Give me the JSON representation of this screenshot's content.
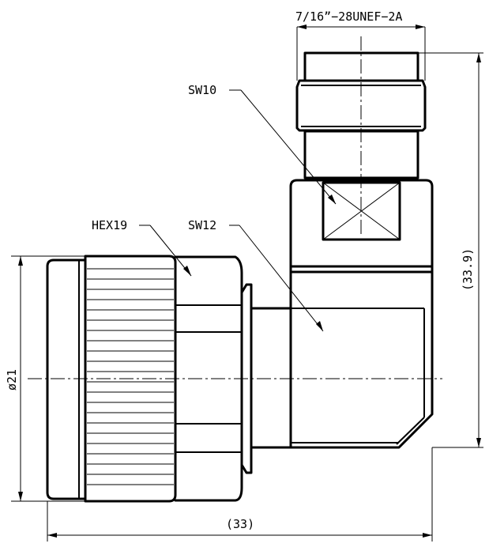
{
  "labels": {
    "thread": "7/16”−28UNEF−2A",
    "sw10": "SW10",
    "hex19": "HEX19",
    "sw12": "SW12",
    "height_dim": "(33.9)",
    "diameter_dim": "ø21",
    "width_dim": "(33)"
  }
}
